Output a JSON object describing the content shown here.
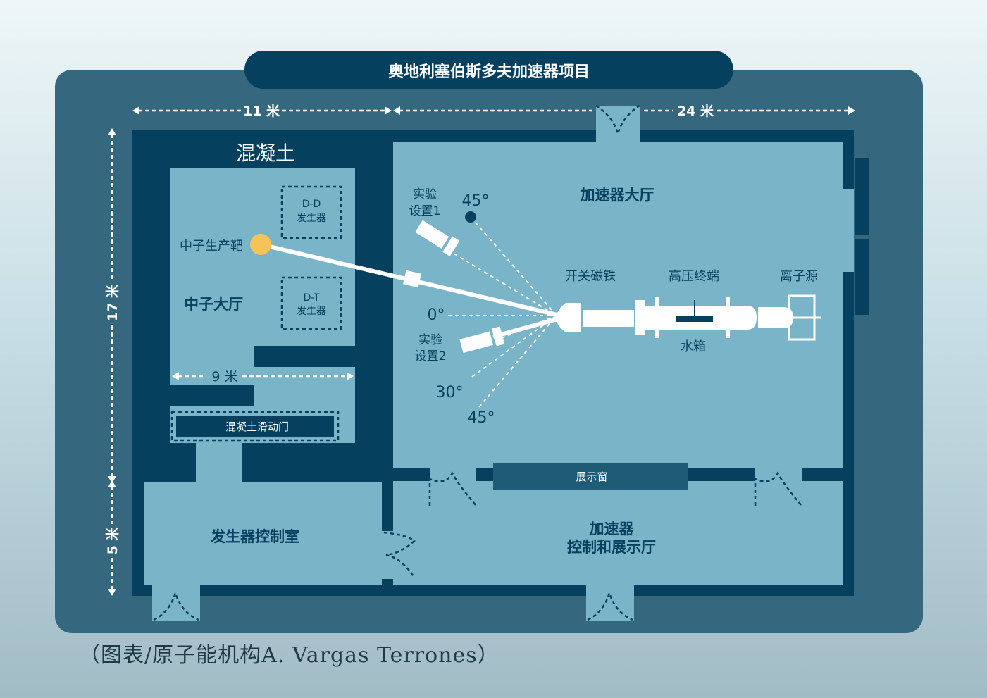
{
  "title": "奥地利塞伯斯多夫加速器项目",
  "dimensions": {
    "width_top_left": "11 米",
    "width_top_right": "24 米",
    "height_left_upper": "17 米",
    "height_left_lower": "5 米",
    "neutron_hall_width": "9 米"
  },
  "rooms": {
    "concrete": "混凝土",
    "neutron_hall": "中子大厅",
    "accelerator_hall": "加速器大厅",
    "generator_control": "发生器控制室",
    "accel_control_line1": "加速器",
    "accel_control_line2": "控制和展示厅"
  },
  "equipment": {
    "dd_generator_line1": "D-D",
    "dd_generator_line2": "发生器",
    "dt_generator_line1": "D-T",
    "dt_generator_line2": "发生器",
    "neutron_target": "中子生产靶",
    "sliding_door": "混凝土滑动门",
    "display_window": "展示窗",
    "switch_magnet": "开关磁铁",
    "hv_terminal": "高压终端",
    "ion_source": "离子源",
    "water_tank": "水箱",
    "setup1_line1": "实验",
    "setup1_line2": "设置1",
    "setup2_line1": "实验",
    "setup2_line2": "设置2"
  },
  "angles": {
    "a45_top": "45°",
    "a0": "0°",
    "a30": "30°",
    "a45_bottom": "45°"
  },
  "credit": "（图表/原子能机构A. Vargas Terrones）",
  "colors": {
    "background_top": "#eef6f8",
    "panel": "#35687f",
    "wall": "#06405f",
    "room": "#7ab4c8",
    "target": "#f6c358",
    "white": "#ffffff"
  }
}
